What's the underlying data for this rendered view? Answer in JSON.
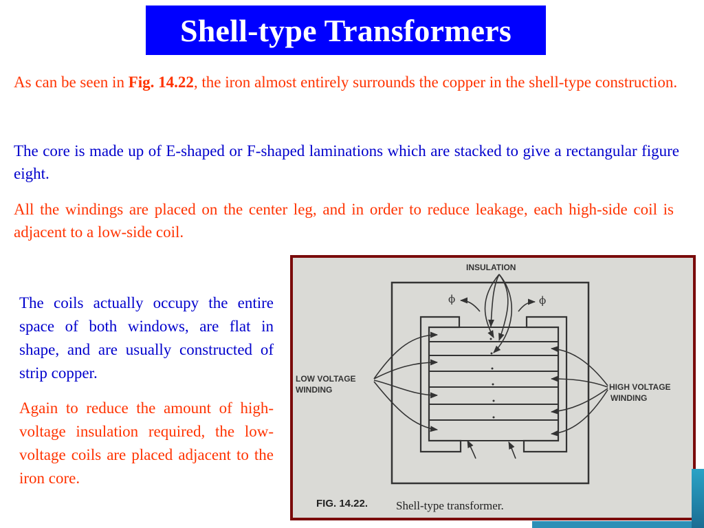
{
  "title": "Shell-type Transformers",
  "paragraphs": {
    "p1_pre": "As can be seen in ",
    "p1_ref": "Fig. 14.22",
    "p1_post": ", the iron almost entirely surrounds the copper in the shell-type construction.",
    "p2": "The core is made up of E-shaped or F-shaped laminations which are stacked to give a rectangular figure eight.",
    "p3": "All the windings are placed on the center leg, and in order to reduce leakage, each high-side coil is adjacent to a low-side coil.",
    "p4": "The coils actually occupy the entire space of both windows, are flat in shape, and are usually constructed of strip copper.",
    "p5": "Again to reduce the amount of high-voltage insulation required, the low-voltage coils are placed adjacent to the iron core."
  },
  "figure": {
    "label_insulation": "INSULATION",
    "label_phi": "ϕ",
    "label_low_1": "LOW VOLTAGE",
    "label_low_2": "WINDING",
    "label_high_1": "HIGH VOLTAGE",
    "label_high_2": "WINDING",
    "caption_num": "FIG. 14.22.",
    "caption_text": "Shell-type transformer."
  },
  "colors": {
    "title_bg": "#0000ff",
    "red_text": "#ff3300",
    "blue_text": "#0000cc",
    "figure_border": "#7a0b0b"
  }
}
